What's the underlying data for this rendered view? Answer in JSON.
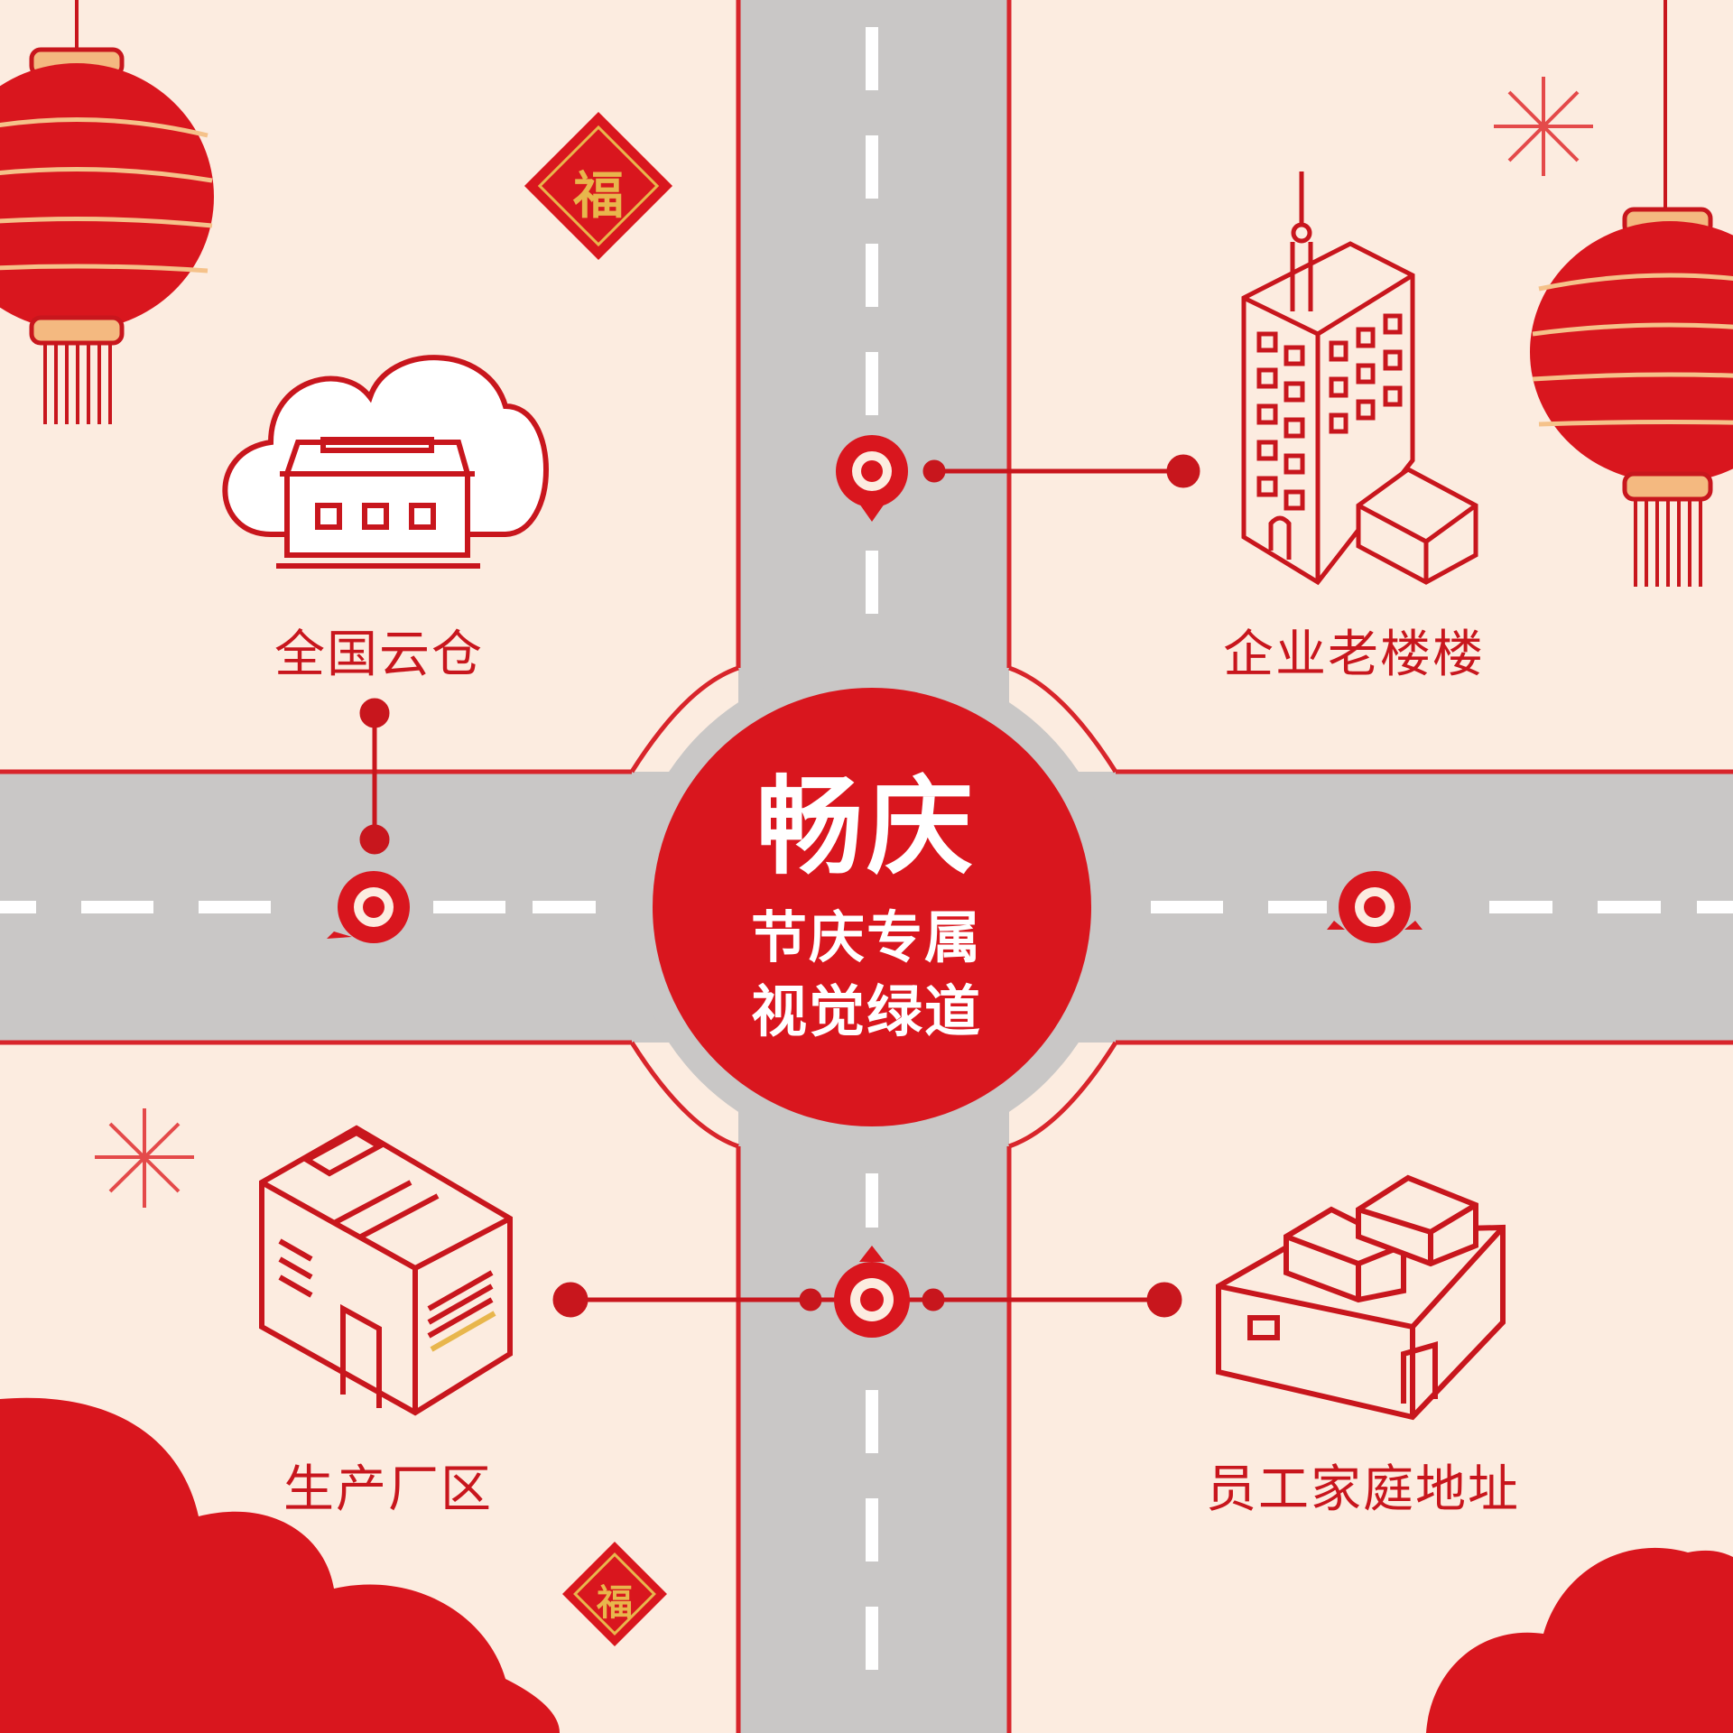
{
  "center": {
    "title": "畅庆",
    "line1": "节庆专属",
    "line2": "视觉绿道"
  },
  "nodes": [
    {
      "label": "全国云仓",
      "icon": "cloud-warehouse-icon"
    },
    {
      "label": "企业老楼楼",
      "icon": "office-building-icon"
    },
    {
      "label": "生产厂区",
      "icon": "factory-icon"
    },
    {
      "label": "员工家庭地址",
      "icon": "home-address-icon"
    }
  ],
  "decorations": {
    "fu_char": "福"
  },
  "colors": {
    "background": "#fcece0",
    "road": "#c9c7c6",
    "accent_red": "#c8161d",
    "gold": "#e8b64c",
    "white": "#ffffff"
  }
}
